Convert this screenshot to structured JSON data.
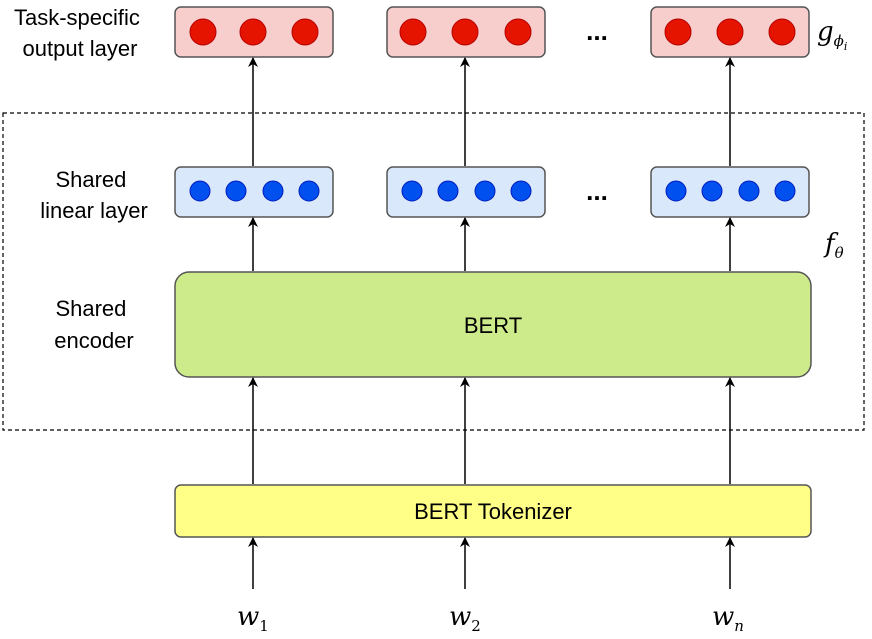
{
  "labels": {
    "task_specific": [
      "Task-specific",
      "output layer"
    ],
    "shared_linear": [
      "Shared",
      "linear layer"
    ],
    "shared_encoder": [
      "Shared",
      "encoder"
    ]
  },
  "blocks": {
    "bert": "BERT",
    "tokenizer": "BERT Tokenizer"
  },
  "ellipsis": "...",
  "math": {
    "g_main": "g",
    "g_sub": "ϕ",
    "g_subsub": "i",
    "f_main": "f",
    "f_sub": "θ"
  },
  "inputs": [
    {
      "main": "w",
      "sub": "1"
    },
    {
      "main": "w",
      "sub": "2"
    },
    {
      "main": "w",
      "sub": "n"
    }
  ],
  "colors": {
    "output_fill": "#f8cecc",
    "output_node": "#e51400",
    "linear_fill": "#dae8fc",
    "linear_node": "#0050ef",
    "bert_fill": "#cdeb8b",
    "tokenizer_fill": "#ffff88",
    "stroke": "#333333"
  }
}
